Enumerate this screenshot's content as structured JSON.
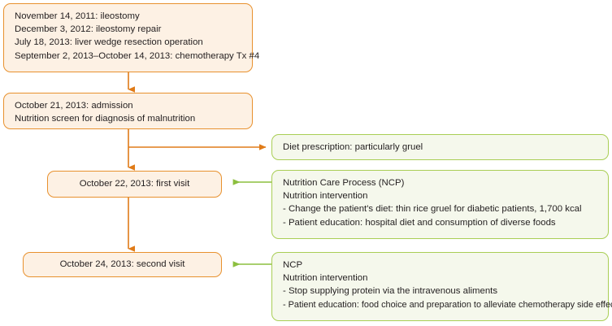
{
  "diagram": {
    "type": "clinical-timeline-flowchart",
    "colors": {
      "orange_border": "#e8912e",
      "orange_fill": "#fdf1e4",
      "green_border": "#a9ce55",
      "green_fill": "#f5f8ec",
      "text": "#231f20",
      "orange_arrow": "#e07b18",
      "green_arrow": "#8cbf3f"
    },
    "nodes": {
      "history": {
        "lines": [
          "November 14, 2011: ileostomy",
          "December 3, 2012: ileostomy repair",
          "July 18, 2013: liver wedge resection operation",
          "September 2, 2013–October 14, 2013: chemotherapy Tx #4"
        ]
      },
      "admission": {
        "lines": [
          "October 21, 2013: admission",
          "Nutrition screen for diagnosis of malnutrition"
        ]
      },
      "first_visit": {
        "label": "October 22, 2013: first visit"
      },
      "second_visit": {
        "label": "October 24, 2013: second visit"
      },
      "diet_prescription": {
        "lines": [
          "Diet prescription: particularly gruel"
        ]
      },
      "ncp_first": {
        "lines": [
          "Nutrition Care Process (NCP)",
          "Nutrition intervention",
          "- Change the patient's diet: thin rice gruel for diabetic patients, 1,700 kcal",
          "- Patient education: hospital diet and consumption of diverse foods"
        ]
      },
      "ncp_second": {
        "lines": [
          "NCP",
          "Nutrition intervention",
          "- Stop supplying protein via the intravenous aliments",
          "- Patient education: food choice and preparation to alleviate chemotherapy side effects"
        ]
      }
    }
  }
}
